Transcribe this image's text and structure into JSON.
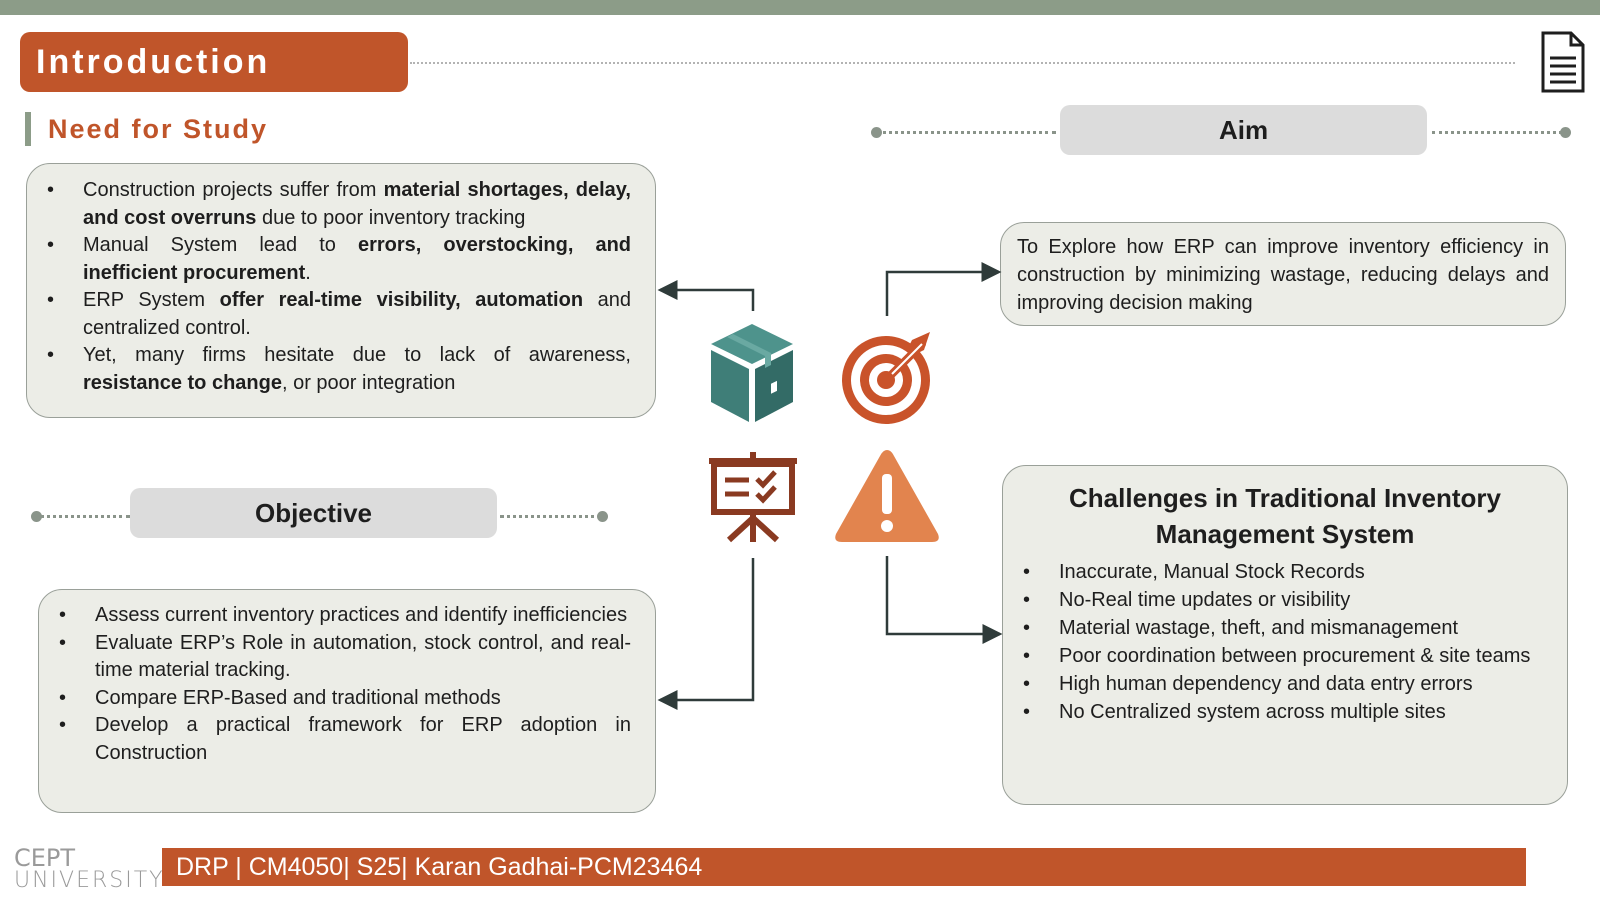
{
  "header": {
    "title": "Introduction"
  },
  "need_for_study": {
    "heading": "Need for Study",
    "items": [
      [
        {
          "t": "Construction projects suffer from ",
          "b": false
        },
        {
          "t": "material shortages, delay, and cost overruns",
          "b": true
        },
        {
          "t": " due to poor inventory tracking",
          "b": false
        }
      ],
      [
        {
          "t": "Manual System lead to ",
          "b": false
        },
        {
          "t": "errors, overstocking, and inefficient procurement",
          "b": true
        },
        {
          "t": ".",
          "b": false
        }
      ],
      [
        {
          "t": "ERP System ",
          "b": false
        },
        {
          "t": "offer real-time visibility, automation",
          "b": true
        },
        {
          "t": " and centralized control.",
          "b": false
        }
      ],
      [
        {
          "t": "Yet, many firms hesitate due to lack of awareness, ",
          "b": false
        },
        {
          "t": "resistance to change",
          "b": true
        },
        {
          "t": ", or poor integration",
          "b": false
        }
      ]
    ]
  },
  "aim": {
    "label": "Aim",
    "text": "To Explore how ERP can improve inventory efficiency in construction by minimizing wastage, reducing delays and improving decision making"
  },
  "objective": {
    "label": "Objective",
    "items": [
      "Assess current inventory practices and identify inefficiencies",
      "Evaluate ERP’s Role in automation, stock control, and real-time material tracking.",
      "Compare ERP-Based and traditional methods",
      "Develop a practical framework for ERP adoption in Construction"
    ]
  },
  "challenges": {
    "title": "Challenges in Traditional Inventory Management  System",
    "items": [
      "Inaccurate, Manual Stock Records",
      "No-Real time updates or visibility",
      "Material wastage, theft, and mismanagement",
      "Poor coordination between procurement & site teams",
      "High human dependency and data entry errors",
      "No Centralized system across multiple sites"
    ]
  },
  "footer": {
    "text": "DRP | CM4050| S25| Karan Gadhai-PCM23464",
    "logo_line1": "CEPT",
    "logo_line2": "UNIVERSITY"
  },
  "icons": {
    "document": "document-icon",
    "box": "package-box-icon",
    "target": "target-icon",
    "presentation": "presentation-board-icon",
    "warning": "warning-icon"
  },
  "colors": {
    "accent": "#c0552a",
    "sage": "#8c9c88",
    "teal": "#3f7e78",
    "orange_icon": "#e2844e",
    "box_fill": "#ecede7"
  }
}
